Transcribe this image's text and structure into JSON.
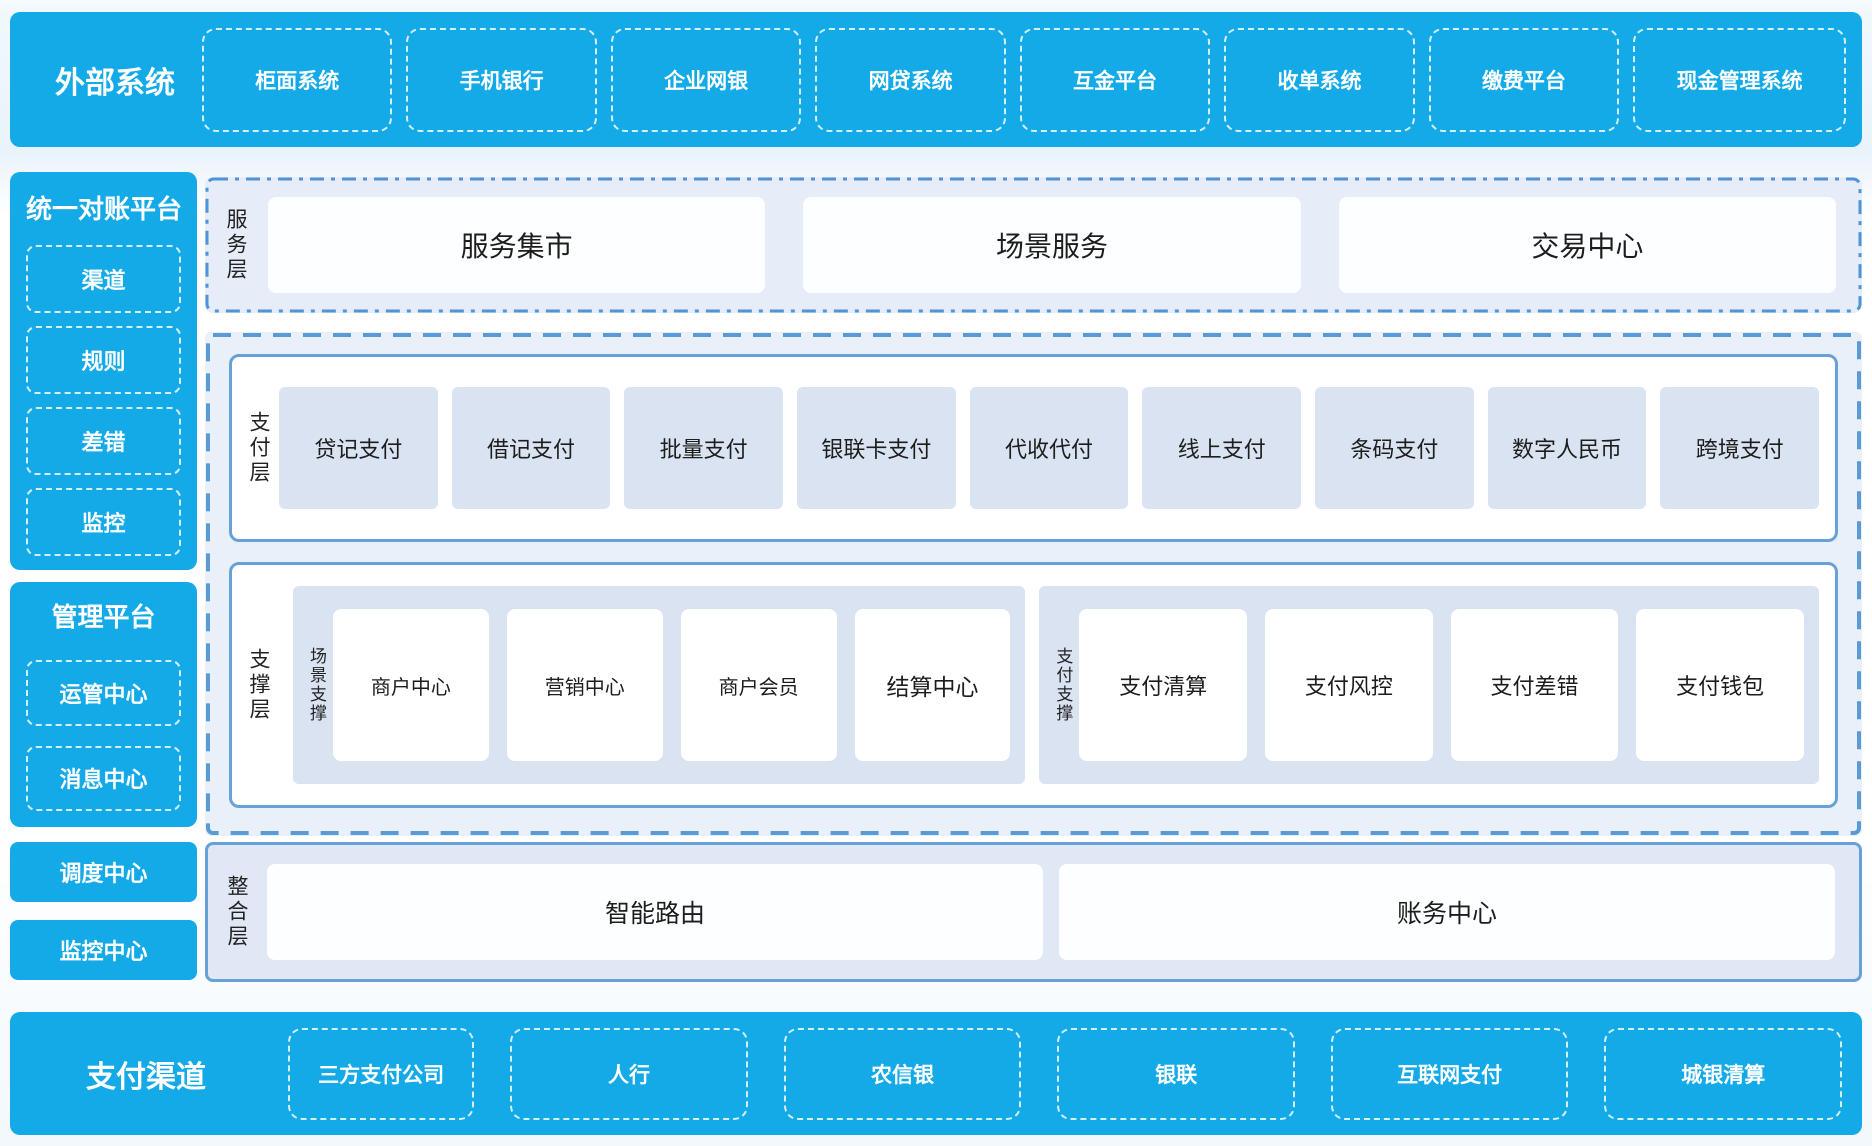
{
  "colors": {
    "primary_blue": "#14aae8",
    "border_blue": "#5b9bd5",
    "solid_border_blue": "#68a1d8",
    "section_fill": "#e6edf8",
    "container_fill": "#eaf0f9",
    "panel_fill": "#d9e3f1",
    "card_white": "#ffffff",
    "text_dark": "#1d1d1d",
    "text_white": "#ffffff"
  },
  "top_bar": {
    "label": "外部系统",
    "items": [
      "柜面系统",
      "手机银行",
      "企业网银",
      "网贷系统",
      "互金平台",
      "收单系统",
      "缴费平台",
      "现金管理系统"
    ]
  },
  "sidebar": {
    "reconciliation": {
      "title": "统一对账平台",
      "items": [
        "渠道",
        "规则",
        "差错",
        "监控"
      ]
    },
    "management": {
      "title": "管理平台",
      "items": [
        "运管中心",
        "消息中心"
      ]
    },
    "dispatch_center": "调度中心",
    "monitoring_center": "监控中心"
  },
  "layers": {
    "service": {
      "label": "服务层",
      "items": [
        "服务集市",
        "场景服务",
        "交易中心"
      ]
    },
    "payment": {
      "label": "支付层",
      "items": [
        "贷记支付",
        "借记支付",
        "批量支付",
        "银联卡支付",
        "代收代付",
        "线上支付",
        "条码支付",
        "数字人民币",
        "跨境支付"
      ]
    },
    "support": {
      "label": "支撑层",
      "groups": [
        {
          "label": "场景支撑",
          "items": [
            "商户中心",
            "营销中心",
            "商户会员",
            "结算中心"
          ]
        },
        {
          "label": "支付支撑",
          "items": [
            "支付清算",
            "支付风控",
            "支付差错",
            "支付钱包"
          ]
        }
      ]
    },
    "integration": {
      "label": "整合层",
      "items": [
        "智能路由",
        "账务中心"
      ]
    }
  },
  "bottom_bar": {
    "label": "支付渠道",
    "items": [
      "三方支付公司",
      "人行",
      "农信银",
      "银联",
      "互联网支付",
      "城银清算"
    ]
  }
}
